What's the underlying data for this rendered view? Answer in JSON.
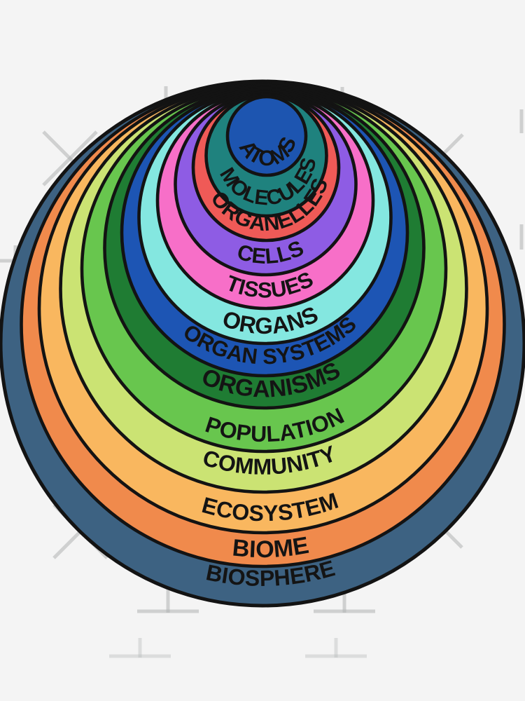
{
  "diagram": {
    "title": "Levels of biological organization nested circles",
    "background_color": "#f4f4f4",
    "outline_color": "#131313",
    "text_color": "#141414",
    "watermark_color": "#b0b3b3"
  },
  "levels": [
    {
      "label": "BIOSPHERE",
      "color": "#3d6282"
    },
    {
      "label": "BIOME",
      "color": "#f08a4c"
    },
    {
      "label": "ECOSYSTEM",
      "color": "#f9b75f"
    },
    {
      "label": "COMMUNITY",
      "color": "#cbe373"
    },
    {
      "label": "POPULATION",
      "color": "#68c64e"
    },
    {
      "label": "ORGANISMS",
      "color": "#1f7c33"
    },
    {
      "label": "ORGAN SYSTEMS",
      "color": "#1d55b4"
    },
    {
      "label": "ORGANS",
      "color": "#84e7e0"
    },
    {
      "label": "TISSUES",
      "color": "#f76fc8"
    },
    {
      "label": "CELLS",
      "color": "#8e5ce4"
    },
    {
      "label": "ORGANELLES",
      "color": "#ef5a57"
    },
    {
      "label": "MOLECULES",
      "color": "#1f827e"
    },
    {
      "label": "ATOMS",
      "color": "#1d55b0"
    }
  ]
}
